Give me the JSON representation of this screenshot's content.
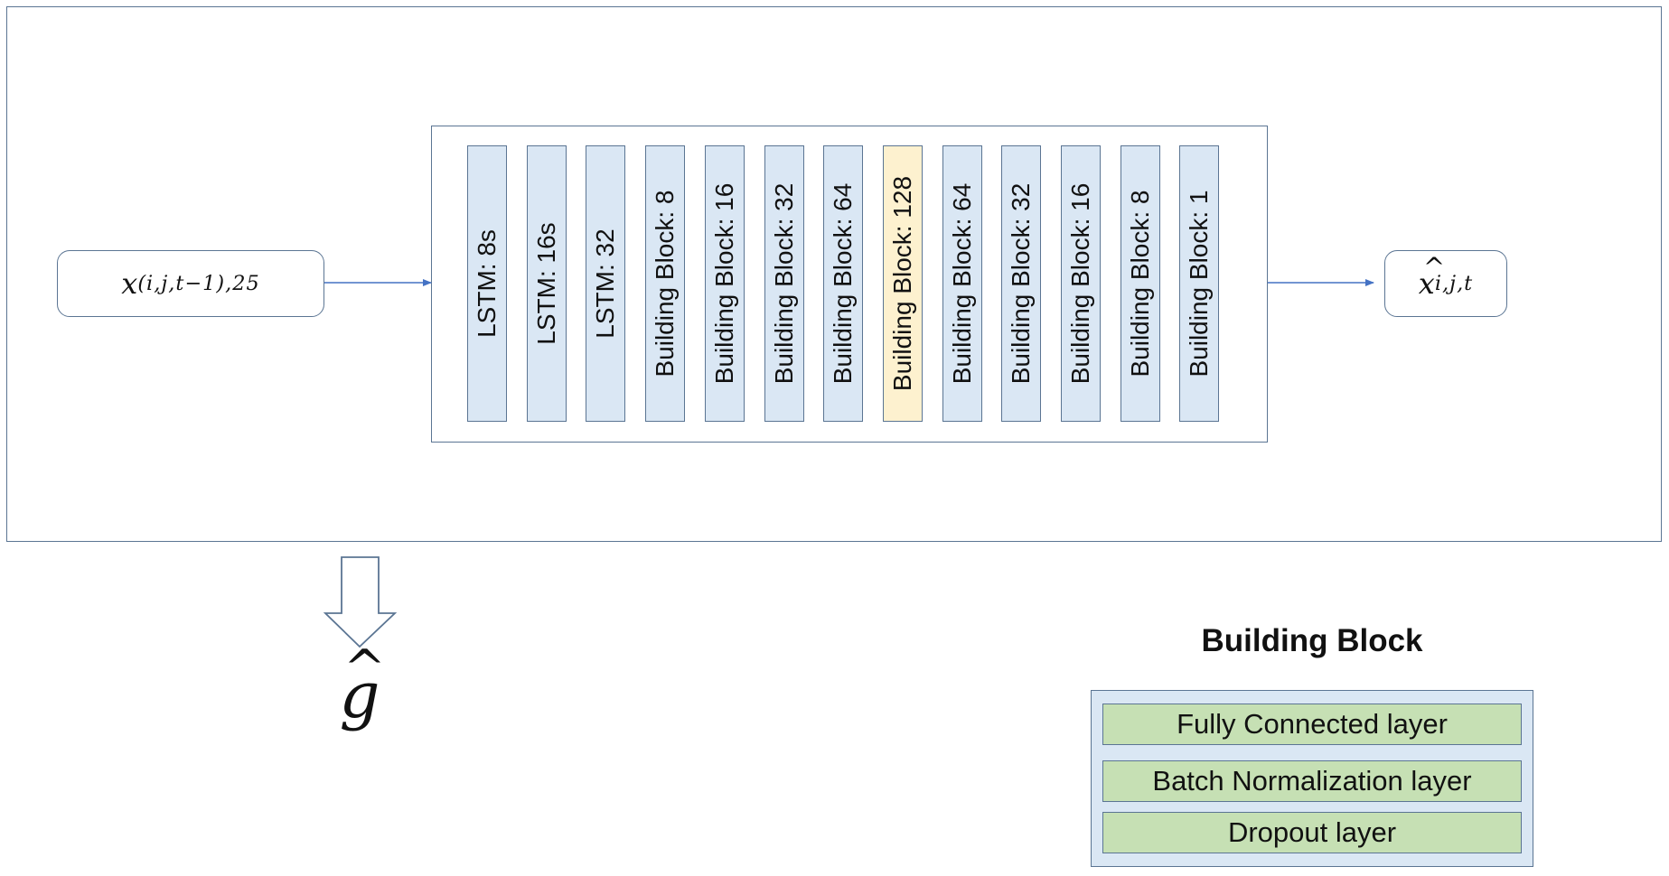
{
  "input": {
    "symbol": "x",
    "subscript": "(i,j,t−1),25"
  },
  "output": {
    "symbol": "x",
    "subscript": "i,j,t"
  },
  "network": {
    "layers": [
      {
        "label": "LSTM: 8s",
        "highlight": false
      },
      {
        "label": "LSTM: 16s",
        "highlight": false
      },
      {
        "label": "LSTM: 32",
        "highlight": false
      },
      {
        "label": "Building Block: 8",
        "highlight": false
      },
      {
        "label": "Building Block: 16",
        "highlight": false
      },
      {
        "label": "Building Block: 32",
        "highlight": false
      },
      {
        "label": "Building Block: 64",
        "highlight": false
      },
      {
        "label": "Building Block: 128",
        "highlight": true
      },
      {
        "label": "Building Block: 64",
        "highlight": false
      },
      {
        "label": "Building Block: 32",
        "highlight": false
      },
      {
        "label": "Building Block: 16",
        "highlight": false
      },
      {
        "label": "Building Block: 8",
        "highlight": false
      },
      {
        "label": "Building Block: 1",
        "highlight": false
      }
    ]
  },
  "result": {
    "symbol": "g"
  },
  "legend": {
    "title": "Building Block",
    "items": [
      "Fully Connected layer",
      "Batch Normalization layer",
      "Dropout layer"
    ]
  },
  "colors": {
    "border": "#5b7593",
    "arrow": "#4472c4",
    "layer_fill": "#dae7f4",
    "highlight_fill": "#fdf1cf",
    "legend_item_fill": "#c6e0b4"
  }
}
